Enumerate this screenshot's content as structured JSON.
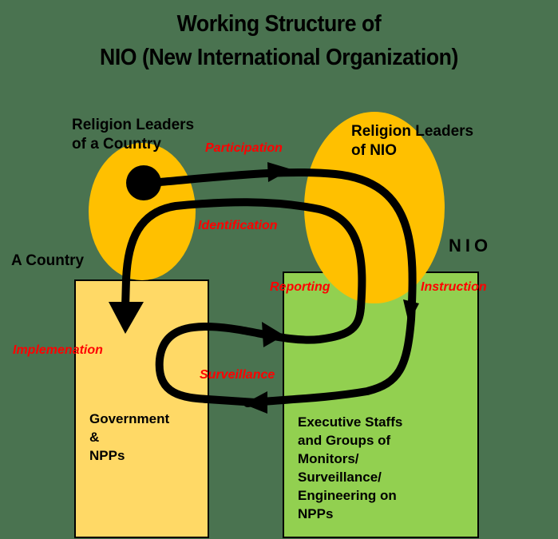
{
  "title": {
    "line1": "Working Structure of",
    "line2": "NIO (New International Organization)"
  },
  "colors": {
    "background": "#4a7350",
    "ellipse": "#ffc000",
    "country_box": "#ffd966",
    "nio_box": "#92d050",
    "flow_label": "#ff0000",
    "arrow": "#000000"
  },
  "nodes": {
    "religion_leaders_country": {
      "label_line1": "Religion Leaders",
      "label_line2": "of a Country"
    },
    "religion_leaders_nio": {
      "label_line1": "Religion Leaders",
      "label_line2": "of NIO"
    },
    "country_group": {
      "label": "A Country"
    },
    "nio_group": {
      "label": "NIO"
    },
    "government_box": {
      "text": "Government\n&\nNPPs"
    },
    "executive_box": {
      "text": "Executive Staffs\nand Groups of\nMonitors/\nSurveillance/\nEngineering on\nNPPs"
    }
  },
  "flows": [
    {
      "id": "participation",
      "label": "Participation",
      "from": "Religion Leaders of a Country",
      "to": "Religion Leaders of NIO"
    },
    {
      "id": "identification",
      "label": "Identification",
      "from": "Religion Leaders of NIO",
      "to": "Religion Leaders of a Country"
    },
    {
      "id": "implementation",
      "label": "Implemenation",
      "from": "Religion Leaders of a Country",
      "to": "Government & NPPs"
    },
    {
      "id": "reporting",
      "label": "Reporting",
      "from": "Government & NPPs",
      "to": "Religion Leaders of NIO"
    },
    {
      "id": "instruction",
      "label": "Instruction",
      "from": "Religion Leaders of NIO",
      "to": "Executive Staffs"
    },
    {
      "id": "surveillance",
      "label": "Surveillance",
      "from": "Executive Staffs",
      "to": "Government & NPPs"
    }
  ]
}
